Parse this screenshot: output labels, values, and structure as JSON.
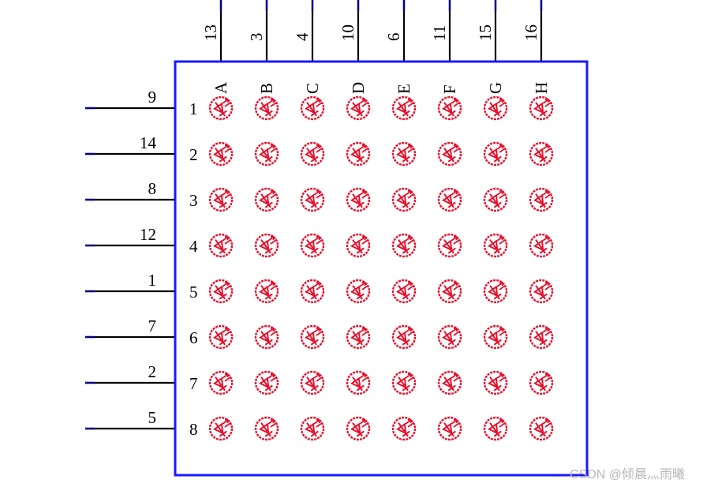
{
  "matrix": {
    "column_pins": [
      "13",
      "3",
      "4",
      "10",
      "6",
      "11",
      "15",
      "16"
    ],
    "column_labels": [
      "A",
      "B",
      "C",
      "D",
      "E",
      "F",
      "G",
      "H"
    ],
    "row_pins": [
      "9",
      "14",
      "8",
      "12",
      "1",
      "7",
      "2",
      "5"
    ],
    "row_labels": [
      "1",
      "2",
      "3",
      "4",
      "5",
      "6",
      "7",
      "8"
    ]
  },
  "colors": {
    "border": "#1a1aff",
    "led": "#e8112d",
    "wire": "#000000",
    "pin_end": "#00008b"
  },
  "watermark": "CSDN @倾晨灬雨曦"
}
